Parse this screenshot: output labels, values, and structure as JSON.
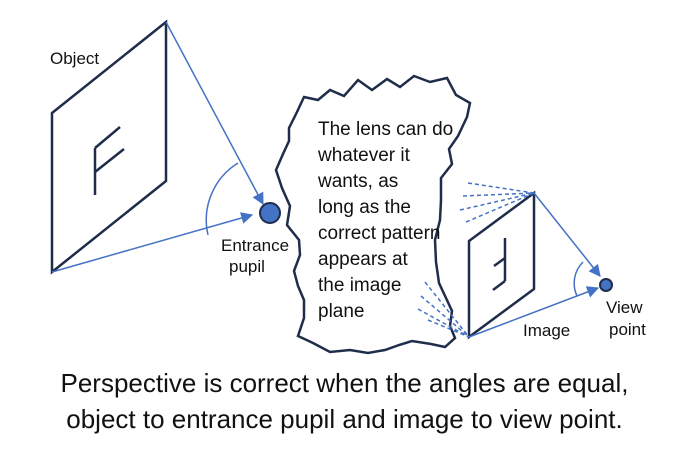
{
  "labels": {
    "object": "Object",
    "entrance_pupil": [
      "Entrance",
      "pupil"
    ],
    "image": "Image",
    "view_point": [
      "View",
      "point"
    ]
  },
  "lens_note": [
    "The lens can do",
    "whatever it",
    "wants, as",
    "long as the",
    "correct pattern",
    "appears at",
    "the image",
    "plane"
  ],
  "caption": {
    "line1": "Perspective is correct when the angles are equal,",
    "line2": "object to entrance pupil and image to view point."
  },
  "colors": {
    "outline": "#1f2d4a",
    "ray": "#4472c4",
    "dot": "#4472c4",
    "text": "#111111"
  }
}
